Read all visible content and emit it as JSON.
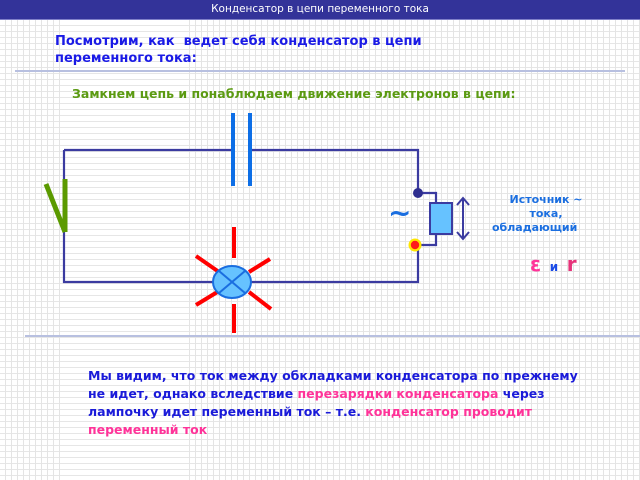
{
  "title_bar": {
    "title": "Конденсатор в цепи переменного тока"
  },
  "heading": {
    "line1": "Посмотрим, как  ведет себя конденсатор в цепи",
    "line2": "переменного тока:"
  },
  "subheading": "Замкнем цепь и понаблюдаем движение электронов в цепи:",
  "source": {
    "line1": "Источник ~",
    "line2": "тока,",
    "line3": "обладающий",
    "emf_symbol": "ε",
    "and_text": "и",
    "resistance_symbol": "r",
    "ac_symbol": "~"
  },
  "conclusion": {
    "part1": " Мы видим, что ток между обкладками конденсатора по прежнему не идет, однако вследствие ",
    "highlight1": "перезарядки конденсатора",
    "part2": " через лампочку идет переменный ток – т.е. ",
    "highlight2": "конденсатор проводит переменный ток"
  },
  "colors": {
    "title_bar_bg": "#333399",
    "heading": "#1a1ae6",
    "subheading": "#5b9a12",
    "wire": "#3b3ba0",
    "capacitor": "#0d6ee6",
    "lamp_fill": "#66c2ff",
    "lamp_rays": "#ff0000",
    "switch": "#5b9a00",
    "highlight": "#ff3399"
  },
  "icons": {
    "capacitor": "capacitor-symbol",
    "lamp": "lamp-symbol",
    "switch": "switch-symbol",
    "ac_source": "ac-source-symbol",
    "double_arrow": "double-arrow-symbol"
  }
}
